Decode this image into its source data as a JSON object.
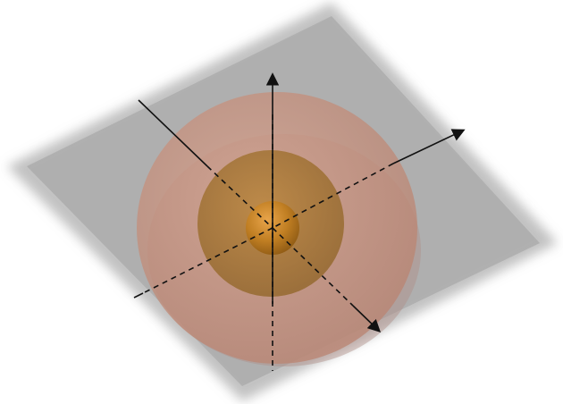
{
  "diagram": {
    "kind": "3d-nested-spheres-on-plane",
    "plane": {
      "visible": true,
      "color": "#8a8a8a",
      "opacity": 0.55
    },
    "spheres": [
      {
        "id": "outer",
        "color": "#c98d7c",
        "opacity": 0.55
      },
      {
        "id": "middle",
        "color": "#a9742f",
        "opacity": 0.65
      },
      {
        "id": "inner",
        "color": "#c07a1e",
        "opacity": 0.9
      }
    ],
    "axes": [
      {
        "id": "z",
        "arrow": true,
        "hidden_part_dashed": true
      },
      {
        "id": "x",
        "arrow": true,
        "hidden_part_dashed": true
      },
      {
        "id": "y",
        "arrow": true,
        "hidden_part_dashed": true
      }
    ],
    "axis_line_color": "#111111"
  }
}
